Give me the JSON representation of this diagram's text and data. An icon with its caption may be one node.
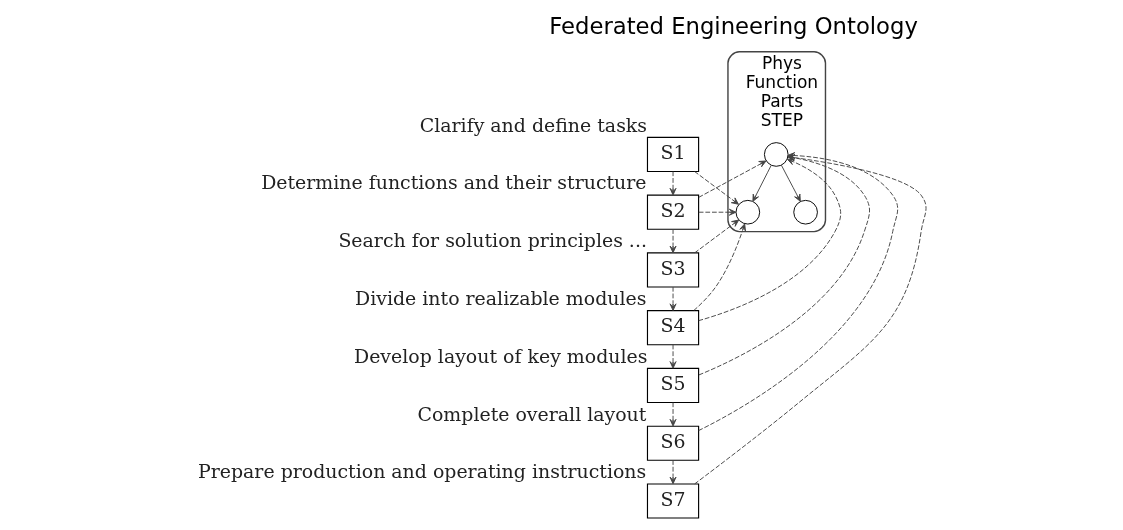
{
  "diagram": {
    "title": "Federated Engineering Ontology",
    "nodes": [
      {
        "text": [
          "S1"
        ],
        "beside": [
          "Clarify and define tasks"
        ]
      },
      {
        "text": [
          "S2"
        ],
        "beside": [
          "Determine functions and their structure"
        ]
      },
      {
        "text": [
          "S3"
        ],
        "beside": [
          "Search for solution principles ..."
        ]
      },
      {
        "text": [
          "S4"
        ],
        "beside": [
          "Divide into realizable modules"
        ]
      },
      {
        "text": [
          "S5"
        ],
        "beside": [
          "Develop layout of key modules"
        ]
      },
      {
        "text": [
          "S6"
        ],
        "beside": [
          "Complete overall layout"
        ]
      },
      {
        "text": [
          "S7"
        ],
        "beside": [
          "Prepare production and operating instructions"
        ]
      },
      {
        "text": [
          "Phys",
          "Function",
          "Parts",
          "STEP"
        ]
      },
      {
        "text": [],
        "shape": "circle",
        "in": 7
      },
      {
        "text": [],
        "shape": "circle",
        "in": 7
      },
      {
        "text": [],
        "shape": "circle",
        "in": 7
      }
    ],
    "edges": [
      {
        "from": 0,
        "to": 1,
        "arrow": "to",
        "style": "dashed"
      },
      {
        "from": 1,
        "to": 2,
        "arrow": "to",
        "style": "dashed"
      },
      {
        "from": 2,
        "to": 3,
        "arrow": "to",
        "style": "dashed"
      },
      {
        "from": 3,
        "to": 4,
        "arrow": "to",
        "style": "dashed"
      },
      {
        "from": 4,
        "to": 5,
        "arrow": "to",
        "style": "dashed"
      },
      {
        "from": 5,
        "to": 6,
        "arrow": "to",
        "style": "dashed"
      },
      {
        "from": 0,
        "to": 8,
        "arrow": "to",
        "style": "dashed"
      },
      {
        "from": 1,
        "to": 8,
        "arrow": "to",
        "style": "dashed"
      },
      {
        "from": 1,
        "to": 10,
        "arrow": "to",
        "style": "dashed"
      },
      {
        "from": 2,
        "to": 8,
        "arrow": "to",
        "style": "dashed"
      },
      {
        "from": 3,
        "to": 8,
        "arrow": "to",
        "style": "dashed"
      },
      {
        "from": 3,
        "to": 10,
        "arrow": "to",
        "style": "dashed"
      },
      {
        "from": 4,
        "to": 10,
        "arrow": "to",
        "style": "dashed"
      },
      {
        "from": 5,
        "to": 10,
        "arrow": "to",
        "style": "dashed"
      },
      {
        "from": 6,
        "to": 10,
        "arrow": "to",
        "style": "dashed"
      },
      {
        "from": 10,
        "to": 8,
        "arrow": "to"
      },
      {
        "from": 10,
        "to": 9,
        "arrow": "to"
      }
    ]
  }
}
